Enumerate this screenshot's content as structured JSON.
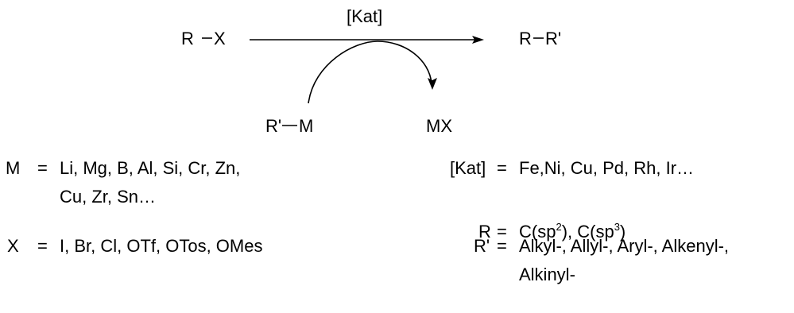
{
  "scheme": {
    "reactant": "R",
    "reactant_group": "X",
    "catalyst": "[Kat]",
    "product_r": "R",
    "product_r2": "R'",
    "reagent_r": "R'",
    "reagent_m": "M",
    "byproduct": "MX"
  },
  "definitions": {
    "m_label": "M",
    "m_values_line1": "Li, Mg, B, Al, Si, Cr, Zn,",
    "m_values_line2": "Cu, Zr, Sn…",
    "x_label": "X",
    "x_values": "I, Br, Cl, OTf, OTos, OMes",
    "kat_label": "[Kat]",
    "kat_values": "Fe,Ni, Cu, Pd, Rh, Ir…",
    "r_label": "R",
    "r_values_a": "C(sp",
    "r_values_exp1": "2",
    "r_values_b": "), C(sp",
    "r_values_exp2": "3",
    "r_values_c": ")",
    "r2_label": "R'",
    "r2_values_line1": "Alkyl-, Allyl-, Aryl-, Alkenyl-,",
    "r2_values_line2": "Alkinyl-",
    "equals": "="
  }
}
